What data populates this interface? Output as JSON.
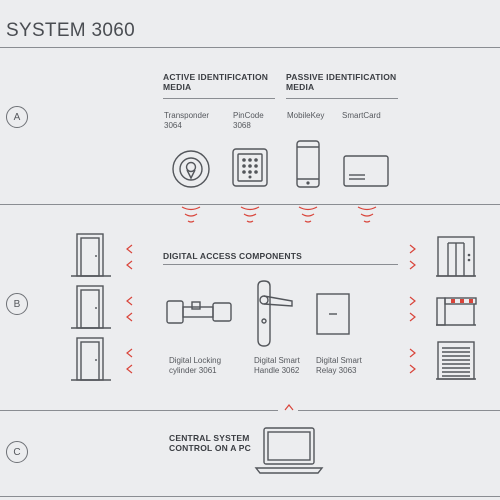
{
  "title": "SYSTEM 3060",
  "sections": [
    {
      "letter": "A"
    },
    {
      "letter": "B"
    },
    {
      "letter": "C"
    }
  ],
  "active": {
    "heading_line1": "ACTIVE IDENTIFICATION",
    "heading_line2": "MEDIA",
    "items": [
      {
        "line1": "Transponder",
        "line2": "3064",
        "icon": "transponder-icon"
      },
      {
        "line1": "PinCode",
        "line2": "3068",
        "icon": "pincode-keypad-icon"
      }
    ]
  },
  "passive": {
    "heading_line1": "PASSIVE IDENTIFICATION",
    "heading_line2": "MEDIA",
    "items": [
      {
        "line1": "MobileKey",
        "icon": "smartphone-icon"
      },
      {
        "line1": "SmartCard",
        "icon": "smartcard-icon"
      }
    ]
  },
  "digital": {
    "heading": "DIGITAL ACCESS COMPONENTS",
    "items": [
      {
        "line1": "Digital Locking",
        "line2": "cylinder 3061",
        "icon": "locking-cylinder-icon"
      },
      {
        "line1": "Digital Smart",
        "line2": "Handle 3062",
        "icon": "door-handle-icon"
      },
      {
        "line1": "Digital Smart",
        "line2": "Relay 3063",
        "icon": "relay-box-icon"
      }
    ]
  },
  "central": {
    "line1": "CENTRAL SYSTEM",
    "line2": "CONTROL ON A PC",
    "icon": "laptop-icon"
  },
  "colors": {
    "accent": "#d9443a",
    "line": "#8a8d92",
    "icon": "#53565b",
    "background": "#ecedef"
  }
}
